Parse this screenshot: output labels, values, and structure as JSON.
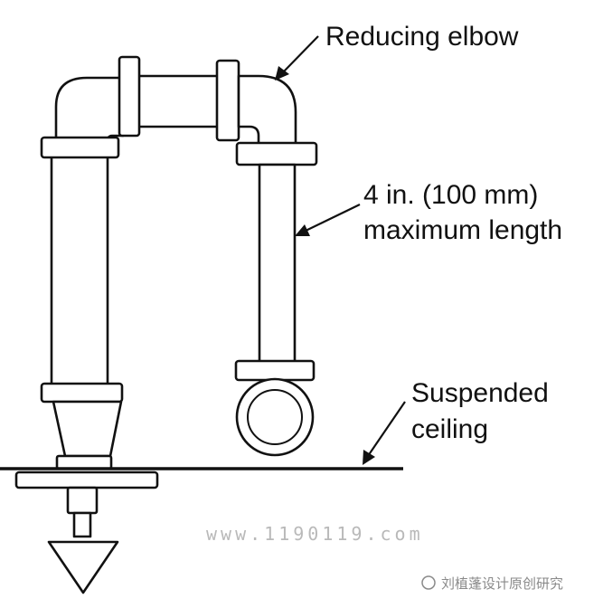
{
  "labels": {
    "reducing_elbow": "Reducing elbow",
    "max_length_line1": "4 in. (100 mm)",
    "max_length_line2": "maximum length",
    "suspended_line1": "Suspended",
    "suspended_line2": "ceiling"
  },
  "watermark": {
    "url": "www.1190119.com",
    "brand": "刘植蓬设计原创研究"
  }
}
